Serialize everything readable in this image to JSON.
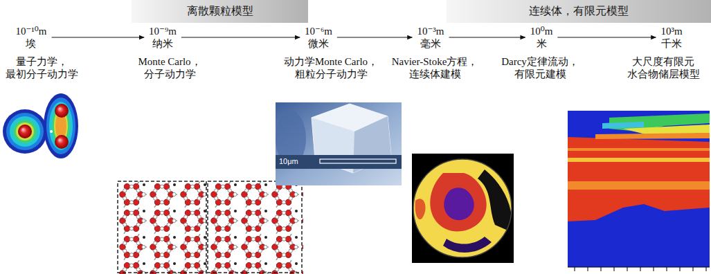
{
  "diagram": {
    "nodes": [
      {
        "text": [
          "离散颗粒模型"
        ]
      },
      {
        "text": [
          "连续体，有限元模型"
        ]
      },
      {
        "text": [
          "10⁻¹⁰m",
          "埃"
        ]
      },
      {
        "text": [
          "10⁻⁹m",
          "纳米"
        ]
      },
      {
        "text": [
          "10⁻⁶m",
          "微米"
        ]
      },
      {
        "text": [
          "10⁻³m",
          "毫米"
        ]
      },
      {
        "text": [
          "10⁰m",
          "米"
        ]
      },
      {
        "text": [
          "10³m",
          "千米"
        ]
      }
    ],
    "edges": [
      {
        "from": 2,
        "to": 3,
        "arrow": "to"
      },
      {
        "from": 3,
        "to": 4,
        "arrow": "to"
      },
      {
        "from": 4,
        "to": 5,
        "arrow": "to"
      },
      {
        "from": 5,
        "to": 6,
        "arrow": "to"
      },
      {
        "from": 6,
        "to": 7,
        "arrow": "to"
      }
    ],
    "labels": [
      "量子力学， 最初分子动力学",
      "Monte Carlo， 分子动力学",
      "动力学Monte Carlo， 粗粒分子动力学",
      "Navier-Stoke方程， 连续体建模",
      "Darcy定律流动， 有限元建模",
      "大尺度有限元 水合物储层模型",
      "10μm"
    ]
  }
}
